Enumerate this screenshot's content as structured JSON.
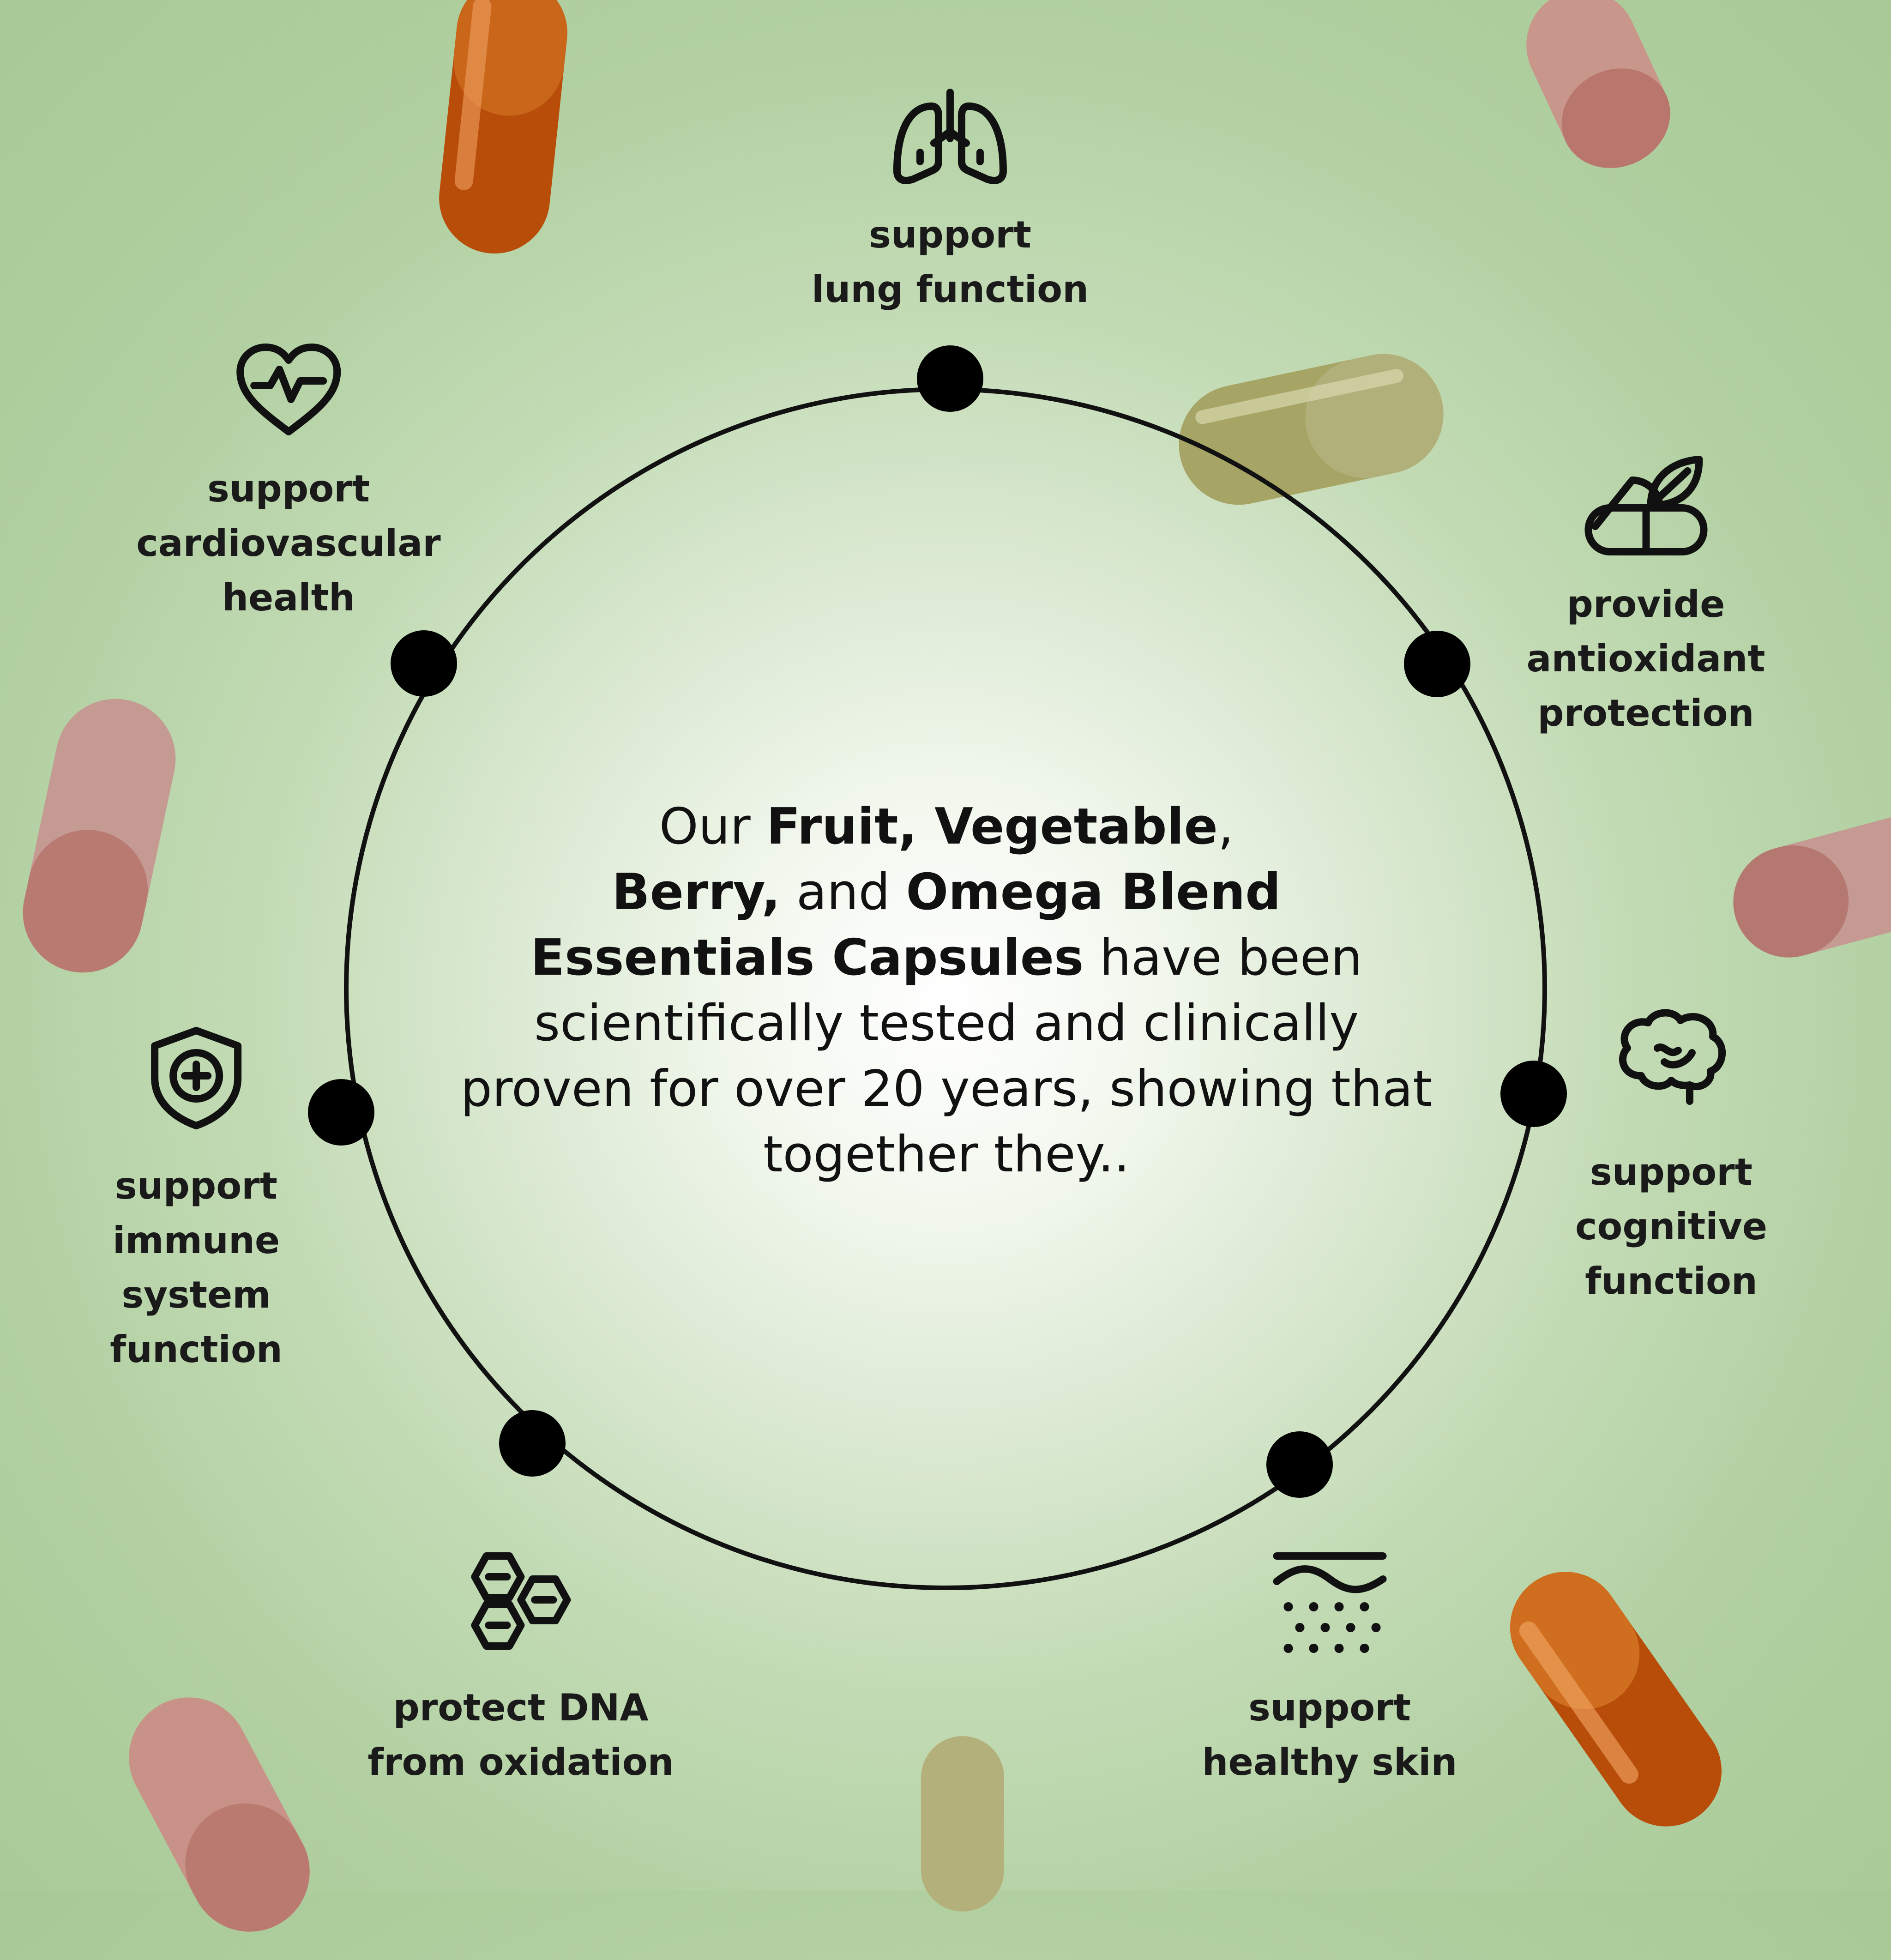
{
  "intro": {
    "t1": "Our ",
    "b1": "Fruit, Vegetable",
    "t2": ",",
    "b2": "Berry,",
    "t3": " and ",
    "b3": "Omega Blend",
    "b4": "Essentials Capsules",
    "t4": " have been scientifically tested and clinically proven for over 20 years, showing that together they.."
  },
  "benefits": [
    {
      "icon": "lungs-icon",
      "lines": [
        "support",
        "lung function"
      ]
    },
    {
      "icon": "pill-leaf-icon",
      "lines": [
        "provide",
        "antioxidant",
        "protection"
      ]
    },
    {
      "icon": "brain-icon",
      "lines": [
        "support",
        "cognitive",
        "function"
      ]
    },
    {
      "icon": "skin-layers-icon",
      "lines": [
        "support",
        "healthy skin"
      ]
    },
    {
      "icon": "molecule-icon",
      "lines": [
        "protect DNA",
        "from oxidation"
      ]
    },
    {
      "icon": "shield-plus-icon",
      "lines": [
        "support",
        "immune",
        "system",
        "function"
      ]
    },
    {
      "icon": "heart-pulse-icon",
      "lines": [
        "support",
        "cardiovascular",
        "health"
      ]
    }
  ],
  "colors": {
    "background": "#b2d0a2",
    "ring": "#111111",
    "capsule_green": "#9a9a55",
    "capsule_red": "#b97a72",
    "capsule_amber": "#c25a10"
  }
}
